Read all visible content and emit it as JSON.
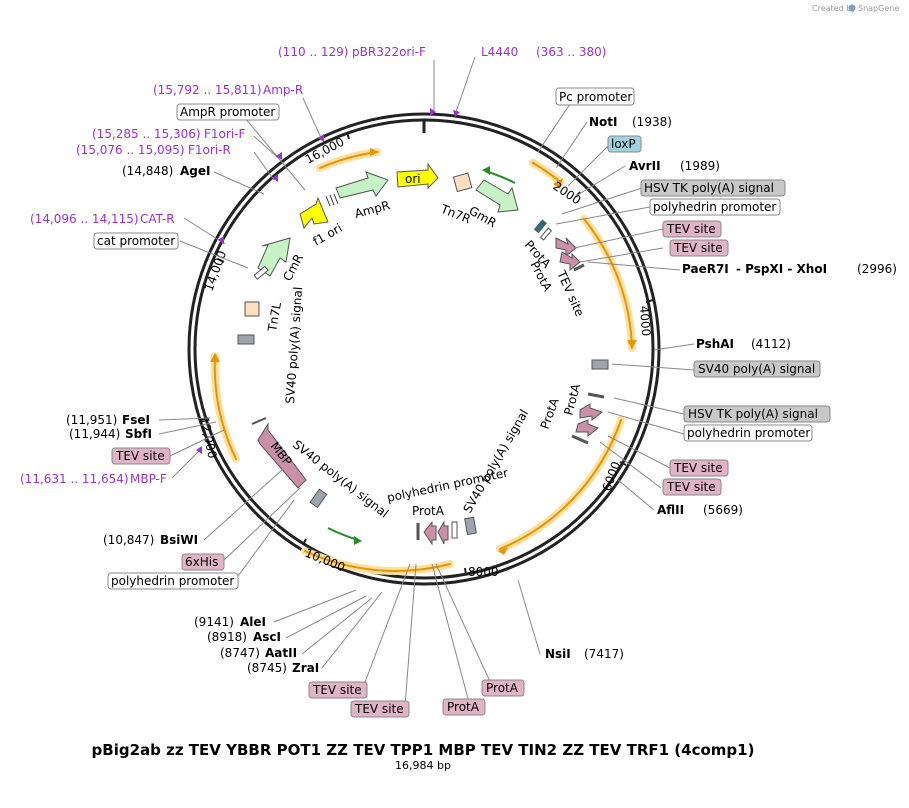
{
  "credit": {
    "created_by": "Created by",
    "brand": "SnapGene"
  },
  "title": "pBig2ab zz TEV YBBR POT1 ZZ TEV TPP1 MBP TEV TIN2 ZZ TEV TRF1 (4comp1)",
  "subtitle": "16,984 bp",
  "total_bp": 16984,
  "colors": {
    "backbone": "#222222",
    "orange": "#e69500",
    "orange_glow": "#fde0a0",
    "green_arrow": "#c6f2c6",
    "yellow": "#ffff00",
    "mauve": "#c990a8",
    "purple_text": "#9933cc",
    "gray_box": "#c8c8c8",
    "pink_box": "#e0b4c4",
    "blue_box": "#9fd3e0",
    "tan": "#fce0c0",
    "signal_gray": "#9ea4ad"
  },
  "ticks": [
    {
      "pos": 2000,
      "label": "2000"
    },
    {
      "pos": 4000,
      "label": "4000"
    },
    {
      "pos": 6000,
      "label": "6000"
    },
    {
      "pos": 8000,
      "label": "8000"
    },
    {
      "pos": 10000,
      "label": "10,000"
    },
    {
      "pos": 12000,
      "label": "12,000"
    },
    {
      "pos": 14000,
      "label": "14,000"
    },
    {
      "pos": 16000,
      "label": "16,000"
    }
  ],
  "primers": [
    {
      "range": "(110 .. 129)",
      "name": "pBR322ori-F",
      "pos": 120
    },
    {
      "range": "(363 .. 380)",
      "name": "L4440",
      "pos": 371
    },
    {
      "range": "(15,792 .. 15,811)",
      "name": "Amp-R",
      "pos": 15800
    },
    {
      "range": "(15,285 .. 15,306)",
      "name": "F1ori-F",
      "pos": 15295
    },
    {
      "range": "(15,076 .. 15,095)",
      "name": "F1ori-R",
      "pos": 15085
    },
    {
      "range": "(14,096 .. 14,115)",
      "name": "CAT-R",
      "pos": 14105
    },
    {
      "range": "(11,631 .. 11,654)",
      "name": "MBP-F",
      "pos": 11642
    }
  ],
  "enzymes": [
    {
      "name": "NotI",
      "pos_text": "(1938)",
      "pos": 1938
    },
    {
      "name": "AvrII",
      "pos_text": "(1989)",
      "pos": 1989
    },
    {
      "name": "PaeR7I",
      "extra": " - PspXI - XhoI",
      "pos_text": "(2996)",
      "pos": 2996
    },
    {
      "name": "PshAI",
      "pos_text": "(4112)",
      "pos": 4112
    },
    {
      "name": "AflII",
      "pos_text": "(5669)",
      "pos": 5669
    },
    {
      "name": "NsiI",
      "pos_text": "(7417)",
      "pos": 7417
    },
    {
      "name": "ZraI",
      "pos_text": "(8745)",
      "pos": 8745
    },
    {
      "name": "AatII",
      "pos_text": "(8747)",
      "pos": 8747
    },
    {
      "name": "AscI",
      "pos_text": "(8918)",
      "pos": 8918
    },
    {
      "name": "AleI",
      "pos_text": "(9141)",
      "pos": 9141
    },
    {
      "name": "BsiWI",
      "pos_text": "(10,847)",
      "pos": 10847
    },
    {
      "name": "SbfI",
      "pos_text": "(11,944)",
      "pos": 11944
    },
    {
      "name": "FseI",
      "pos_text": "(11,951)",
      "pos": 11951
    },
    {
      "name": "AgeI",
      "pos_text": "(14,848)",
      "pos": 14848
    }
  ],
  "outer_labels": [
    {
      "text": "Pc promoter",
      "style": "white"
    },
    {
      "text": "loxP",
      "style": "blue"
    },
    {
      "text": "HSV TK poly(A) signal",
      "style": "gray"
    },
    {
      "text": "polyhedrin promoter",
      "style": "white"
    },
    {
      "text": "TEV site",
      "style": "pink"
    },
    {
      "text": "TEV site",
      "style": "pink"
    },
    {
      "text": "SV40 poly(A) signal",
      "style": "gray"
    },
    {
      "text": "HSV TK poly(A) signal",
      "style": "gray"
    },
    {
      "text": "polyhedrin promoter",
      "style": "white"
    },
    {
      "text": "TEV site",
      "style": "pink"
    },
    {
      "text": "TEV site",
      "style": "pink"
    },
    {
      "text": "ProtA",
      "style": "pink"
    },
    {
      "text": "ProtA",
      "style": "pink"
    },
    {
      "text": "TEV site",
      "style": "pink"
    },
    {
      "text": "TEV site",
      "style": "pink"
    },
    {
      "text": "polyhedrin promoter",
      "style": "white"
    },
    {
      "text": "6xHis",
      "style": "pink"
    },
    {
      "text": "TEV site",
      "style": "pink"
    },
    {
      "text": "cat promoter",
      "style": "white"
    },
    {
      "text": "AmpR promoter",
      "style": "white"
    }
  ],
  "features": [
    {
      "name": "ori",
      "kind": "yellow"
    },
    {
      "name": "Tn7R",
      "kind": "tan"
    },
    {
      "name": "GmR",
      "kind": "green"
    },
    {
      "name": "AmpR",
      "kind": "green"
    },
    {
      "name": "f1 ori",
      "kind": "yellow"
    },
    {
      "name": "CmR",
      "kind": "green"
    },
    {
      "name": "Tn7L",
      "kind": "tan"
    },
    {
      "name": "SV40 poly(A) signal",
      "kind": "signal"
    },
    {
      "name": "ProtA",
      "kind": "mauve"
    },
    {
      "name": "ProtA",
      "kind": "mauve"
    },
    {
      "name": "TEV site",
      "kind": "text"
    },
    {
      "name": "ProtA",
      "kind": "mauve"
    },
    {
      "name": "ProtA",
      "kind": "mauve"
    },
    {
      "name": "SV40 poly(A) signal",
      "kind": "signal"
    },
    {
      "name": "polyhedrin promoter",
      "kind": "text"
    },
    {
      "name": "ProtA",
      "kind": "mauve"
    },
    {
      "name": "MBP",
      "kind": "mauve"
    },
    {
      "name": "SV40 poly(A) signal",
      "kind": "signal"
    }
  ]
}
